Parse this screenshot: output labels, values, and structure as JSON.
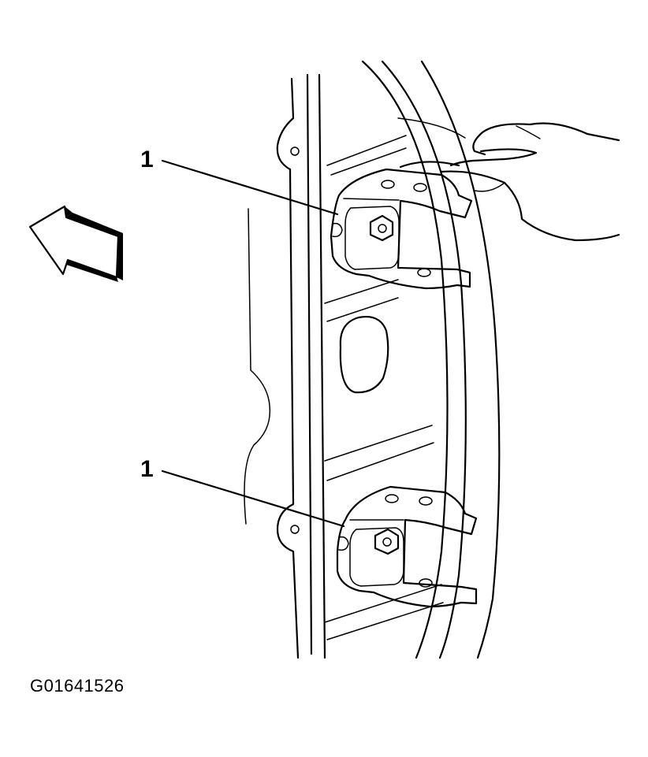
{
  "figure": {
    "id": "G01641526",
    "callouts": [
      {
        "label": "1"
      },
      {
        "label": "1"
      }
    ]
  }
}
